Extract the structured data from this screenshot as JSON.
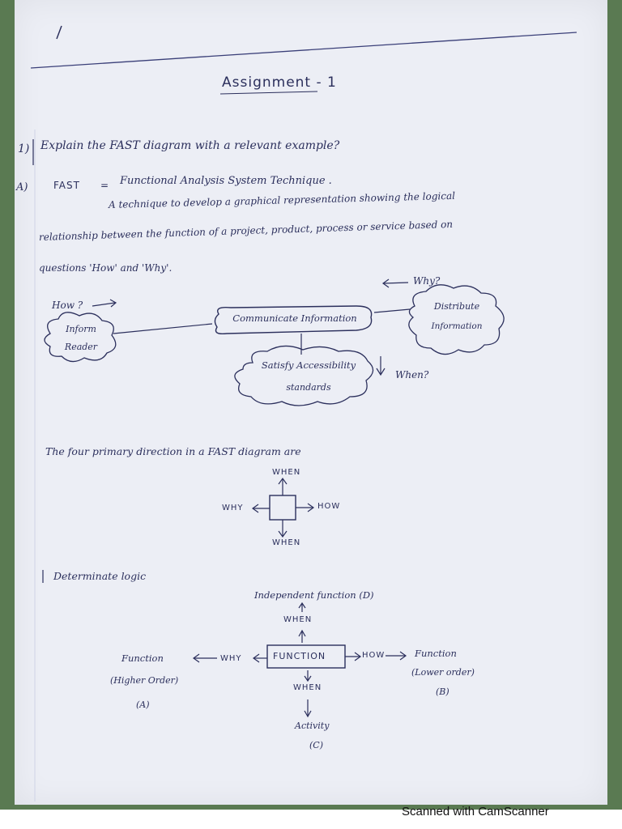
{
  "title": "Assignment - 1",
  "question": {
    "number": "1)",
    "text": "Explain the FAST diagram with a relevant example?"
  },
  "answer": {
    "label": "A)",
    "definition_lhs": "FAST",
    "definition_eq": "=",
    "definition_rhs": "Functional Analysis System Technique .",
    "para_line1": "A technique to develop a graphical representation showing the logical",
    "para_line2": "relationship between the function of a project, product, process or service based on",
    "para_line3": "questions 'How' and 'Why'."
  },
  "example_diagram": {
    "how_label": "How ?",
    "why_label": "Why?",
    "when_label": "When?",
    "center": "Communicate Information",
    "left_line1": "Inform",
    "left_line2": "Reader",
    "right_line1": "Distribute",
    "right_line2": "Information",
    "bottom_line1": "Satisfy Accessibility",
    "bottom_line2": "standards"
  },
  "directions": {
    "heading": "The four primary direction in a FAST diagram are",
    "top": "WHEN",
    "left": "WHY",
    "right": "HOW",
    "bottom": "WHEN"
  },
  "logic": {
    "heading": "Determinate logic",
    "independent": "Independent function (D)",
    "top_when": "WHEN",
    "left_why": "WHY",
    "center": "FUNCTION",
    "right_how": "HOW",
    "bottom_when": "WHEN",
    "left_fn_line1": "Function",
    "left_fn_line2": "(Higher Order)",
    "left_fn_line3": "(A)",
    "right_fn_line1": "Function",
    "right_fn_line2": "(Lower order)",
    "right_fn_line3": "(B)",
    "activity_line1": "Activity",
    "activity_line2": "(C)"
  },
  "footer": "Scanned with CamScanner"
}
